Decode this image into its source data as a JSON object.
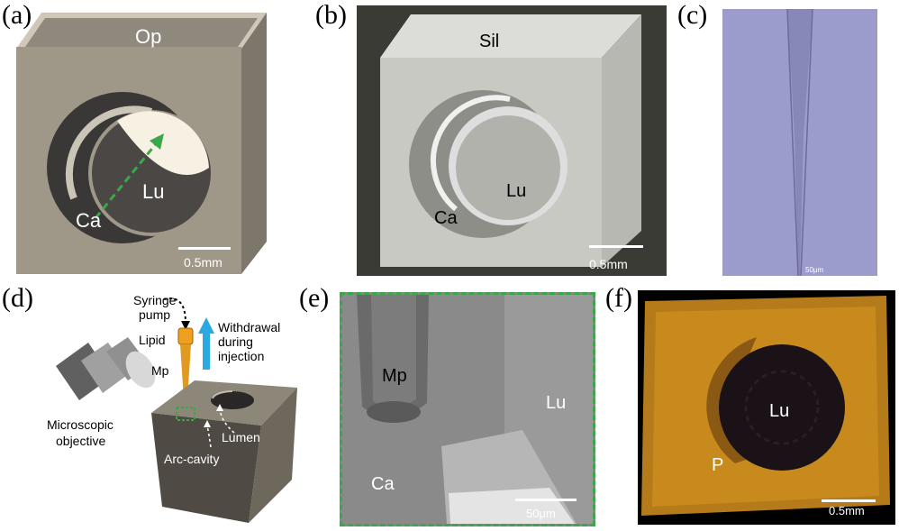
{
  "panels": {
    "a": {
      "letter": "(a)",
      "op": "Op",
      "lu": "Lu",
      "ca": "Ca",
      "scale": "0.5mm"
    },
    "b": {
      "letter": "(b)",
      "sil": "Sil",
      "lu": "Lu",
      "ca": "Ca",
      "scale": "0.5mm"
    },
    "c": {
      "letter": "(c)",
      "scale": "50μm"
    },
    "d": {
      "letter": "(d)",
      "syringe": "Syringe",
      "pump": "pump",
      "lipid": "Lipid",
      "withdrawal": "Withdrawal",
      "during": "during",
      "injection": "injection",
      "mp": "Mp",
      "microscopic": "Microscopic",
      "objective": "objective",
      "lumen": "Lumen",
      "arc_cavity": "Arc-cavity"
    },
    "e": {
      "letter": "(e)",
      "mp": "Mp",
      "lu": "Lu",
      "ca": "Ca",
      "scale": "50μm"
    },
    "f": {
      "letter": "(f)",
      "lu": "Lu",
      "p": "P",
      "scale": "0.5mm"
    }
  },
  "colors": {
    "green_dash": "#3aa84a",
    "blue_arrow": "#2aa8e0",
    "lipid_orange": "#f0a020",
    "fluor_orange": "#c88a1c"
  }
}
